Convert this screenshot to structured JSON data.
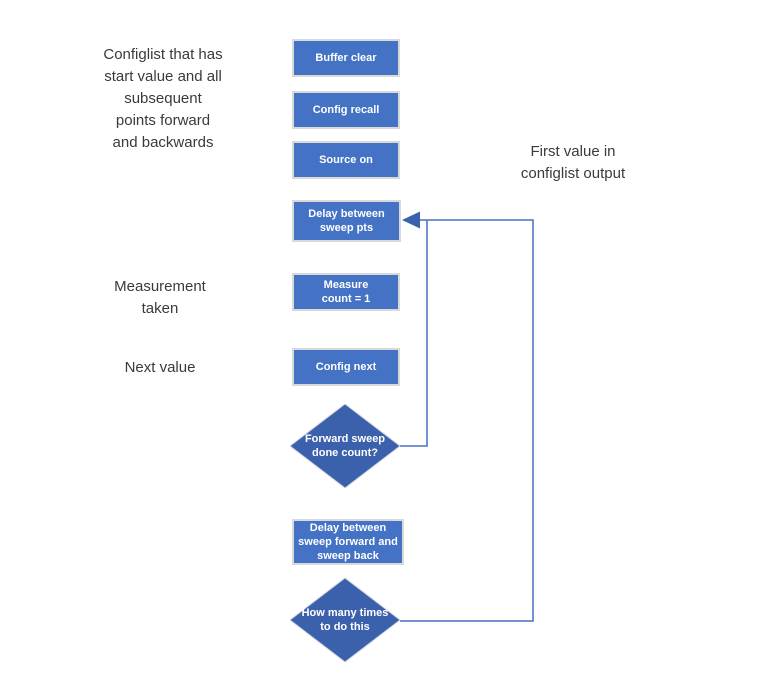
{
  "colors": {
    "background": "#FFFFFF",
    "box_fill": "#4472C4",
    "box_border": "#D9D9D9",
    "diamond_fill": "#3C61AC",
    "diamond_border": "#CFD5DF",
    "connector": "#4472C4",
    "arrowhead": "#3C61AC",
    "annotation_text": "#3A3A3A",
    "node_text": "#FFFFFF"
  },
  "annotations": {
    "configlist": "Configlist that has start value and all subsequent points forward and backwards",
    "measurement": "Measurement taken",
    "next_value": "Next value",
    "first_value": "First value in configlist output"
  },
  "nodes": {
    "buffer_clear": "Buffer clear",
    "config_recall": "Config recall",
    "source_on": "Source on",
    "delay_sweep_pts": "Delay between sweep pts",
    "measure_count": "Measure count = 1",
    "config_next": "Config next",
    "forward_sweep": "Forward sweep done count?",
    "delay_forward_back": "Delay between sweep forward and sweep back",
    "how_many_times": "How many times to do this"
  }
}
